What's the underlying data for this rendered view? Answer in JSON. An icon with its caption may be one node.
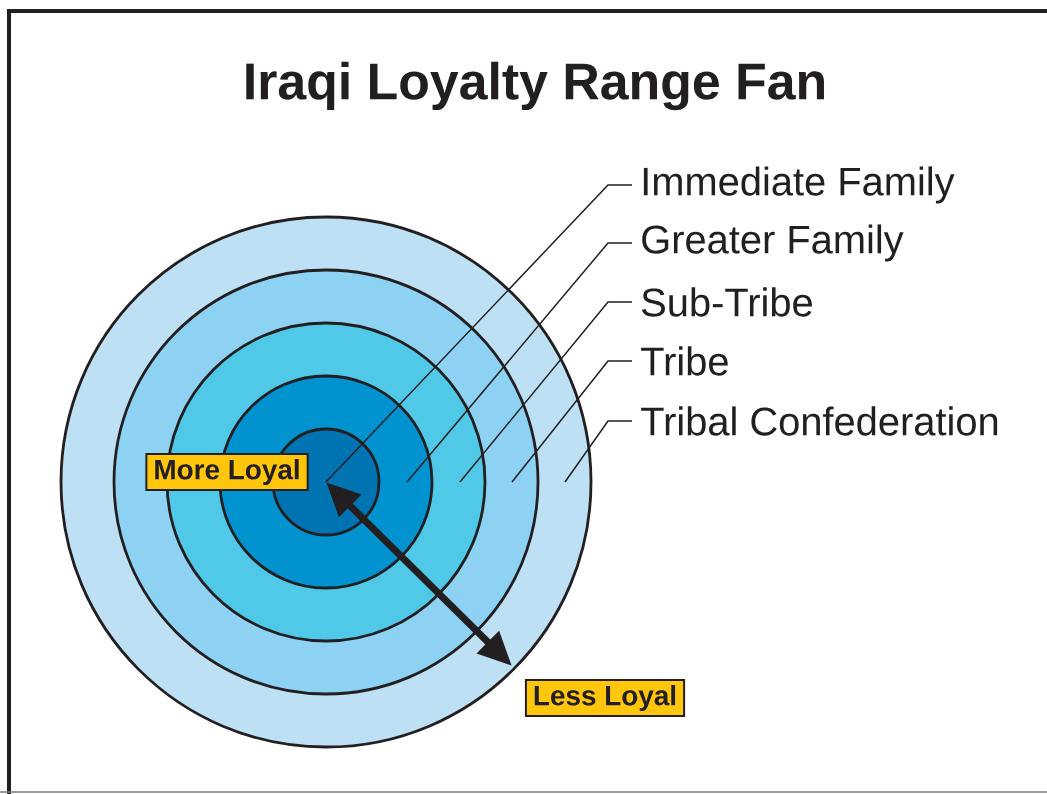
{
  "diagram": {
    "title": "Iraqi Loyalty Range Fan",
    "nodes": [
      {
        "text": [
          "Immediate Family"
        ]
      },
      {
        "text": [
          "Greater Family"
        ]
      },
      {
        "text": [
          "Sub-Tribe"
        ]
      },
      {
        "text": [
          "Tribe"
        ]
      },
      {
        "text": [
          "Tribal Confederation"
        ]
      },
      {
        "text": [],
        "shape": "circle"
      },
      {
        "text": [],
        "shape": "circle",
        "in": 5
      },
      {
        "text": [],
        "shape": "circle",
        "in": 6
      },
      {
        "text": [],
        "shape": "circle",
        "in": 7
      },
      {
        "text": [],
        "shape": "circle",
        "in": 8
      },
      {
        "text": [
          "More Loyal"
        ],
        "in": 6
      },
      {
        "text": [
          "Less Loyal"
        ]
      }
    ],
    "edges": [
      {
        "from": 0,
        "to": 9,
        "arrow": "none"
      },
      {
        "from": 1,
        "to": 8,
        "arrow": "none"
      },
      {
        "from": 2,
        "to": 7,
        "arrow": "none"
      },
      {
        "from": 3,
        "to": 6,
        "arrow": "none"
      },
      {
        "from": 4,
        "to": 5,
        "arrow": "none"
      }
    ]
  }
}
